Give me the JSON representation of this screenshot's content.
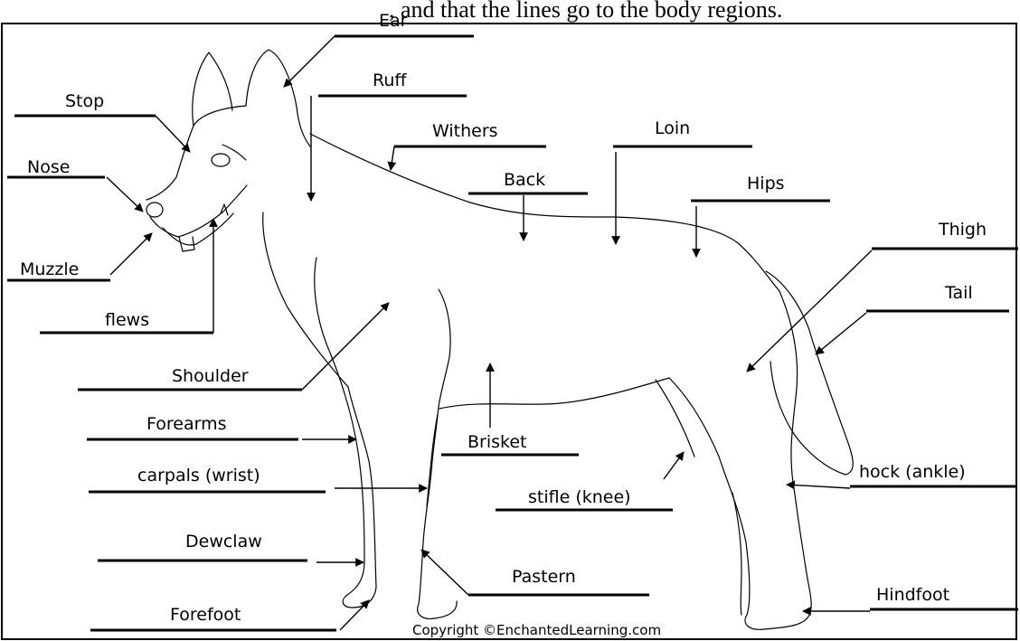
{
  "header_fragment": ", and that the lines go to the body regions.",
  "copyright": "Copyright ©EnchantedLearning.com",
  "labels": {
    "ear": "Ear",
    "ruff": "Ruff",
    "stop": "Stop",
    "withers": "Withers",
    "loin": "Loin",
    "nose": "Nose",
    "back": "Back",
    "hips": "Hips",
    "thigh": "Thigh",
    "muzzle": "Muzzle",
    "tail": "Tail",
    "flews": "flews",
    "shoulder": "Shoulder",
    "forearms": "Forearms",
    "brisket": "Brisket",
    "hock": "hock (ankle)",
    "carpals": "carpals (wrist)",
    "stifle": "stifle (knee)",
    "dewclaw": "Dewclaw",
    "pastern": "Pastern",
    "hindfoot": "Hindfoot",
    "forefoot": "Forefoot"
  }
}
